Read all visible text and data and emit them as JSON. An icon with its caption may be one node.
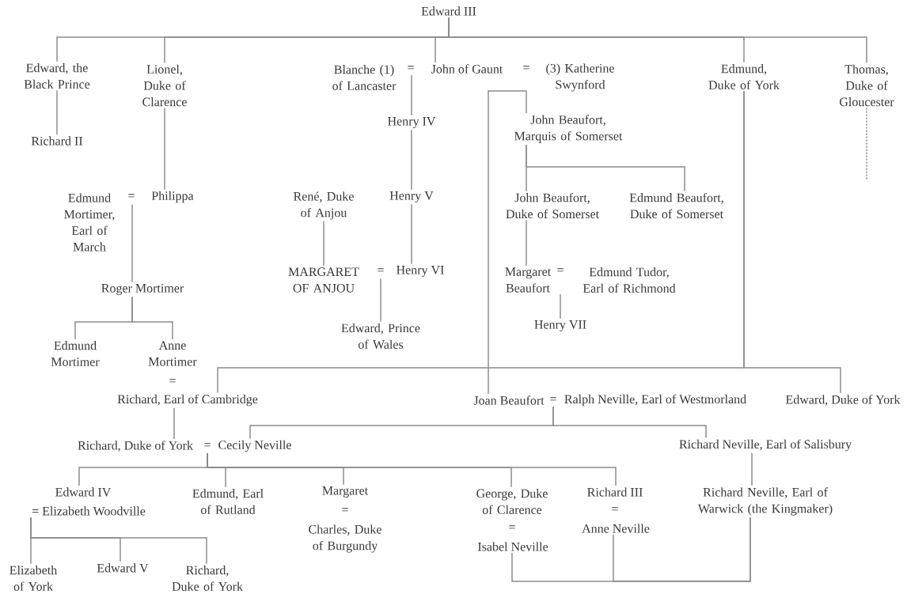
{
  "diagram": {
    "nodes": [
      {
        "text": [
          "Edward III"
        ]
      },
      {
        "text": [
          "Edward, the Black Prince"
        ]
      },
      {
        "text": [
          "Lionel, Duke of Clarence"
        ]
      },
      {
        "text": [
          "Blanche (1) of Lancaster"
        ]
      },
      {
        "text": [
          "John of Gaunt"
        ]
      },
      {
        "text": [
          "(3) Katherine Swynford"
        ]
      },
      {
        "text": [
          "Edmund, Duke of York"
        ]
      },
      {
        "text": [
          "Thomas, Duke of Gloucester"
        ]
      },
      {
        "text": [
          "Richard II"
        ]
      },
      {
        "text": [
          "Henry IV"
        ]
      },
      {
        "text": [
          "John Beaufort, Marquis of Somerset"
        ]
      },
      {
        "text": [
          "Edmund Mortimer, Earl of March"
        ]
      },
      {
        "text": [
          "Philippa"
        ]
      },
      {
        "text": [
          "René, Duke of Anjou"
        ]
      },
      {
        "text": [
          "Henry V"
        ]
      },
      {
        "text": [
          "John Beaufort, Duke of Somerset"
        ]
      },
      {
        "text": [
          "Edmund Beaufort, Duke of Somerset"
        ]
      },
      {
        "text": [
          "MARGARET OF ANJOU"
        ]
      },
      {
        "text": [
          "Henry VI"
        ]
      },
      {
        "text": [
          "Margaret Beaufort"
        ]
      },
      {
        "text": [
          "Edmund Tudor, Earl of Richmond"
        ]
      },
      {
        "text": [
          "Roger Mortimer"
        ]
      },
      {
        "text": [
          "Henry VII"
        ]
      },
      {
        "text": [
          "Edward, Prince of Wales"
        ]
      },
      {
        "text": [
          "Edmund Mortimer"
        ]
      },
      {
        "text": [
          "Anne Mortimer"
        ]
      },
      {
        "text": [
          "Richard, Earl of Cambridge"
        ]
      },
      {
        "text": [
          "Joan Beaufort"
        ]
      },
      {
        "text": [
          "Ralph Neville, Earl of Westmorland"
        ]
      },
      {
        "text": [
          "Edward, Duke of York"
        ]
      },
      {
        "text": [
          "Richard, Duke of York"
        ]
      },
      {
        "text": [
          "Cecily Neville"
        ]
      },
      {
        "text": [
          "Richard Neville, Earl of Salisbury"
        ]
      },
      {
        "text": [
          "Edward IV"
        ]
      },
      {
        "text": [
          "= Elizabeth Woodville"
        ]
      },
      {
        "text": [
          "Edmund, Earl of Rutland"
        ]
      },
      {
        "text": [
          "Margaret"
        ]
      },
      {
        "text": [
          "Charles, Duke of Burgundy"
        ]
      },
      {
        "text": [
          "George, Duke of Clarence"
        ]
      },
      {
        "text": [
          "Isabel Neville"
        ]
      },
      {
        "text": [
          "Richard III"
        ]
      },
      {
        "text": [
          "Anne Neville"
        ]
      },
      {
        "text": [
          "Richard Neville, Earl of Warwick (the Kingmaker)"
        ]
      },
      {
        "text": [
          "Elizabeth of York"
        ]
      },
      {
        "text": [
          "Edward V"
        ]
      },
      {
        "text": [
          "Richard, Duke of York"
        ]
      }
    ],
    "edges": [
      {
        "from": 0,
        "to": 1,
        "arrow": "none"
      },
      {
        "from": 0,
        "to": 2,
        "arrow": "none"
      },
      {
        "from": 0,
        "to": 4,
        "arrow": "none"
      },
      {
        "from": 0,
        "to": 6,
        "arrow": "none"
      },
      {
        "from": 0,
        "to": 7,
        "arrow": "none"
      },
      {
        "from": 7,
        "to": null,
        "arrow": "none",
        "style": "dashed"
      },
      {
        "from": 1,
        "to": 8,
        "arrow": "none"
      },
      {
        "from": 4,
        "to": 9,
        "arrow": "none"
      },
      {
        "from": 5,
        "to": 10,
        "arrow": "none"
      },
      {
        "from": 5,
        "to": 27,
        "arrow": "none"
      },
      {
        "from": 9,
        "to": 14,
        "arrow": "none"
      },
      {
        "from": 14,
        "to": 18,
        "arrow": "none"
      },
      {
        "from": 13,
        "to": 17,
        "arrow": "none"
      },
      {
        "from": 18,
        "to": 23,
        "arrow": "none"
      },
      {
        "from": 10,
        "to": 15,
        "arrow": "none"
      },
      {
        "from": 10,
        "to": 16,
        "arrow": "none"
      },
      {
        "from": 15,
        "to": 19,
        "arrow": "none"
      },
      {
        "from": 19,
        "to": 22,
        "arrow": "none"
      },
      {
        "from": 2,
        "to": 12,
        "arrow": "none"
      },
      {
        "from": 12,
        "to": 21,
        "arrow": "none"
      },
      {
        "from": 21,
        "to": 24,
        "arrow": "none"
      },
      {
        "from": 21,
        "to": 25,
        "arrow": "none"
      },
      {
        "from": 6,
        "to": 26,
        "arrow": "none"
      },
      {
        "from": 6,
        "to": 29,
        "arrow": "none"
      },
      {
        "from": 27,
        "to": 31,
        "arrow": "none"
      },
      {
        "from": 27,
        "to": 32,
        "arrow": "none"
      },
      {
        "from": 26,
        "to": 30,
        "arrow": "none"
      },
      {
        "from": 32,
        "to": 42,
        "arrow": "none"
      },
      {
        "from": 30,
        "to": 33,
        "arrow": "none"
      },
      {
        "from": 30,
        "to": 35,
        "arrow": "none"
      },
      {
        "from": 30,
        "to": 36,
        "arrow": "none"
      },
      {
        "from": 30,
        "to": 38,
        "arrow": "none"
      },
      {
        "from": 30,
        "to": 40,
        "arrow": "none"
      },
      {
        "from": 34,
        "to": 43,
        "arrow": "none"
      },
      {
        "from": 34,
        "to": 44,
        "arrow": "none"
      },
      {
        "from": 34,
        "to": 45,
        "arrow": "none"
      },
      {
        "from": 42,
        "to": 39,
        "arrow": "none"
      },
      {
        "from": 42,
        "to": 41,
        "arrow": "none"
      }
    ],
    "labels": [
      "=",
      "=",
      "=",
      "=",
      "=",
      "=",
      "=",
      "=",
      "=",
      "=",
      "="
    ]
  }
}
